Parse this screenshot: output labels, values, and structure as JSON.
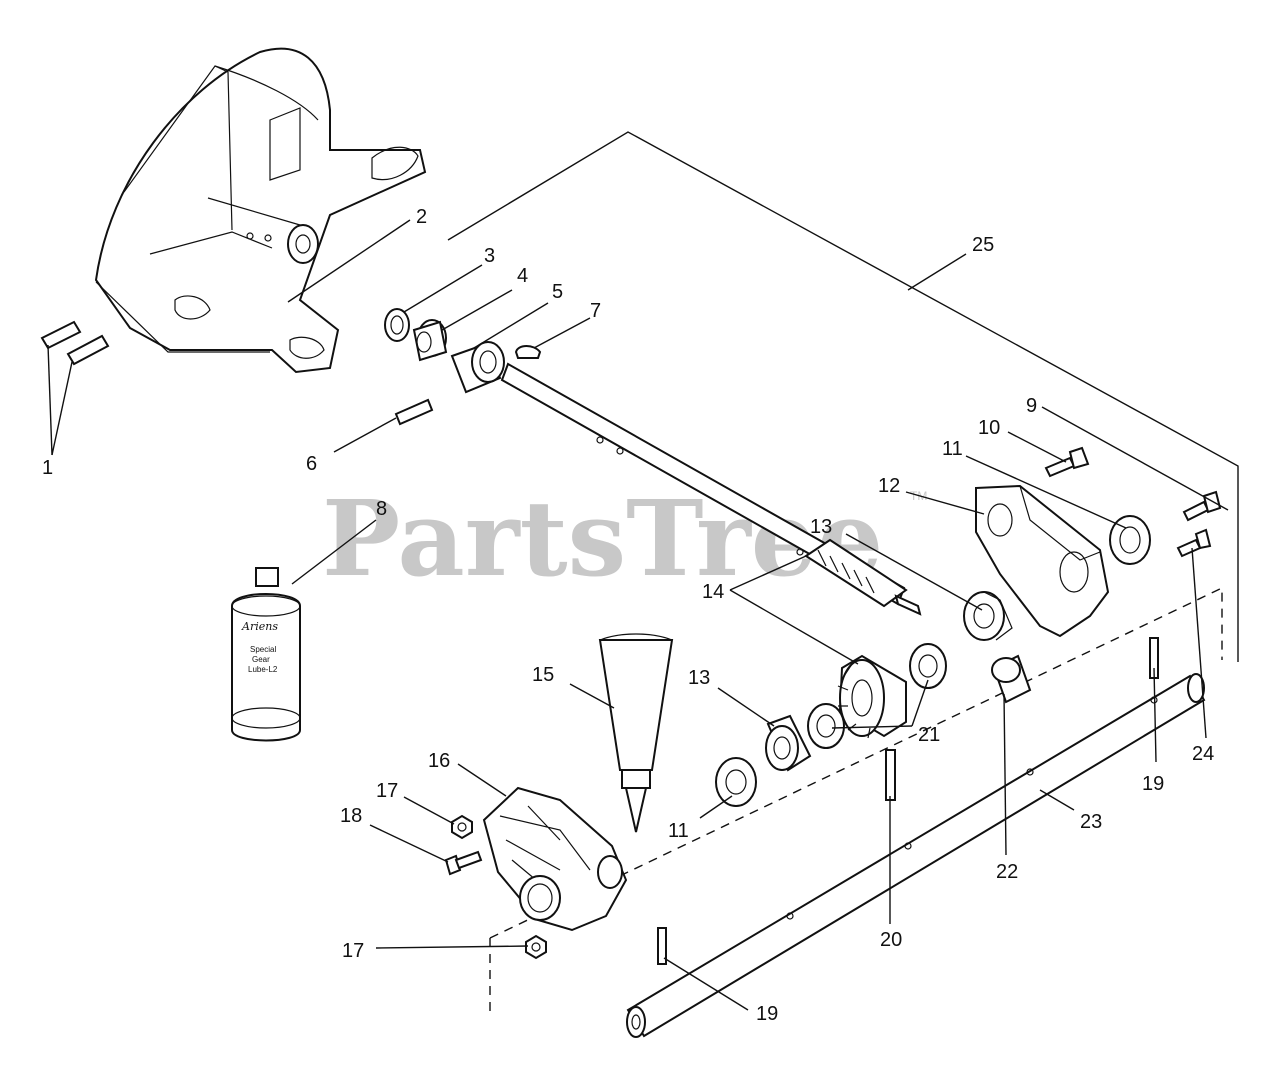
{
  "watermark": {
    "text": "PartsTree",
    "trademark": "TM"
  },
  "bottle_label": {
    "brand": "Ariens",
    "line1": "Special",
    "line2": "Gear",
    "line3": "Lube-L2"
  },
  "callouts": {
    "c1": "1",
    "c2": "2",
    "c3": "3",
    "c4": "4",
    "c5": "5",
    "c6": "6",
    "c7": "7",
    "c8": "8",
    "c9": "9",
    "c10": "10",
    "c11a": "11",
    "c11b": "11",
    "c12": "12",
    "c13a": "13",
    "c13b": "13",
    "c14": "14",
    "c15": "15",
    "c16": "16",
    "c17a": "17",
    "c17b": "17",
    "c18": "18",
    "c19a": "19",
    "c19b": "19",
    "c20": "20",
    "c21": "21",
    "c22": "22",
    "c23": "23",
    "c24": "24",
    "c25": "25"
  }
}
